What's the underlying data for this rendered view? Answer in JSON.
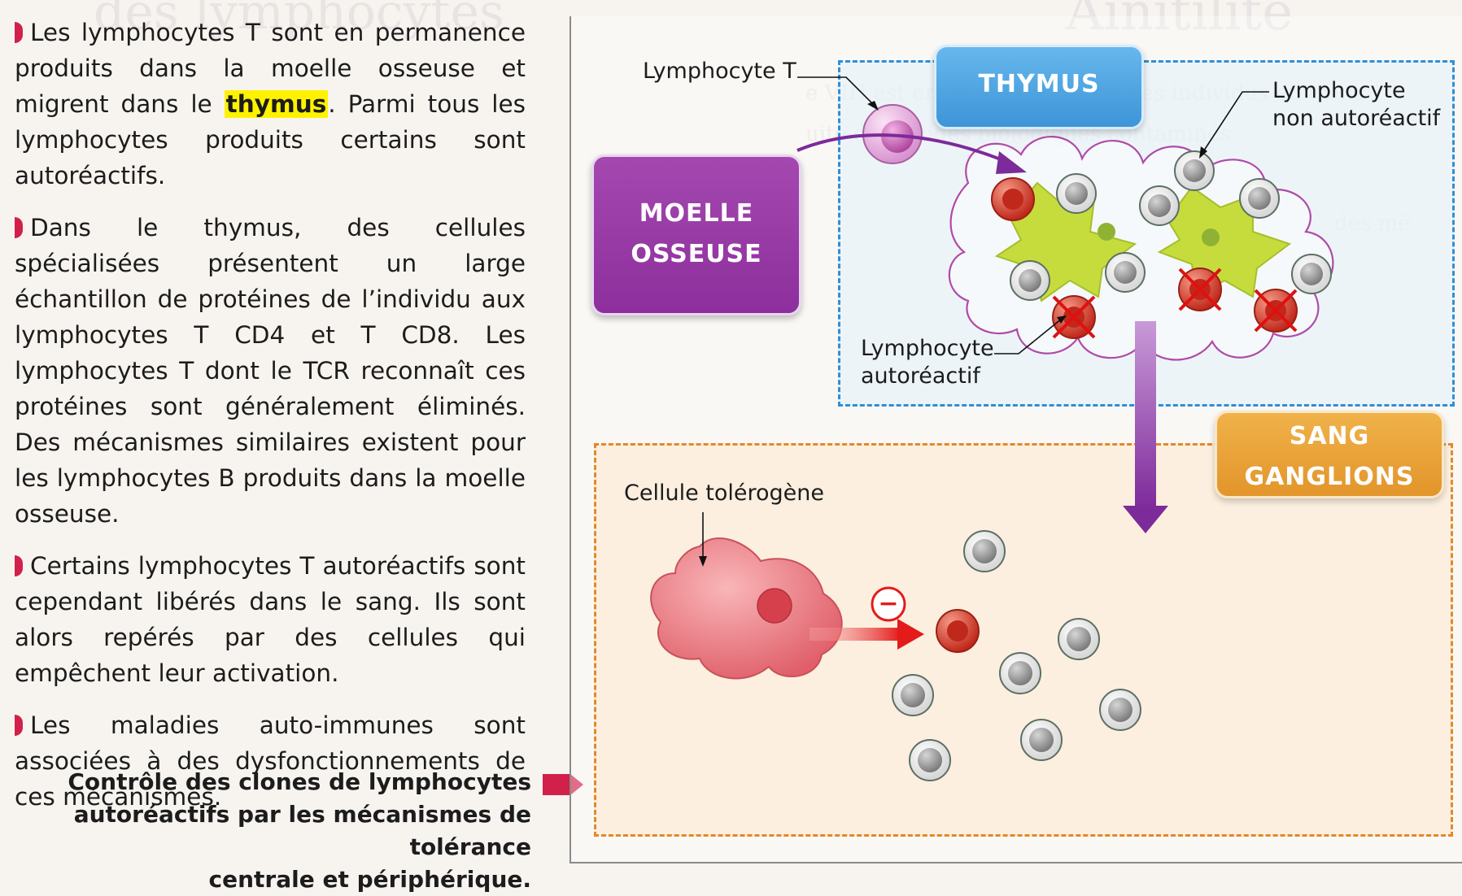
{
  "left_text": {
    "p1_before": "Les lymphocytes T sont en permanence produits dans la moelle osseuse et migrent dans le ",
    "p1_highlight": "thymus",
    "p1_after": ". Parmi tous les lymphocytes produits certains sont autoréactifs.",
    "p2": "Dans le thymus, des cellules spécialisées présentent un large échantillon de protéines de l’individu aux lymphocytes T CD4 et T CD8. Les lymphocytes T dont le TCR reconnaît ces protéines sont généralement éliminés. Des mécanismes similaires existent pour les lymphocytes B produits dans la moelle osseuse.",
    "p3": "Certains lymphocytes T autoréactifs sont cependant libérés dans le sang. Ils sont alors repérés par des cellules qui empêchent leur activation.",
    "p4": "Les maladies auto-immunes sont associées à des dysfonctionnements de ces mécanismes."
  },
  "caption": {
    "line1": "Contrôle des clones de lymphocytes",
    "line2": "autoréactifs par les mécanismes de tolérance",
    "line3": "centrale et périphérique."
  },
  "diagram": {
    "box_moelle": [
      "MOELLE",
      "OSSEUSE"
    ],
    "box_thymus": "THYMUS",
    "box_sang": [
      "SANG",
      "GANGLIONS"
    ],
    "label_lymphocyte_t": "Lymphocyte T",
    "label_non_autoreactif": [
      "Lymphocyte",
      "non autoréactif"
    ],
    "label_autoreactif": [
      "Lymphocyte",
      "autoréactif"
    ],
    "label_tolerogene": "Cellule tolérogène",
    "inhibition_symbol": "−"
  },
  "colors": {
    "bullet": "#d1204a",
    "highlight": "#fff200",
    "moelle": "#9b3ba8",
    "thymus": "#4aa3e0",
    "sang": "#e8a03a",
    "autoreactive_cell": "#d93a2a",
    "normal_cell": "#a9a9a9",
    "presenting_cell": "#c6dc3c",
    "tolerogenic_cell": "#e7727c"
  }
}
